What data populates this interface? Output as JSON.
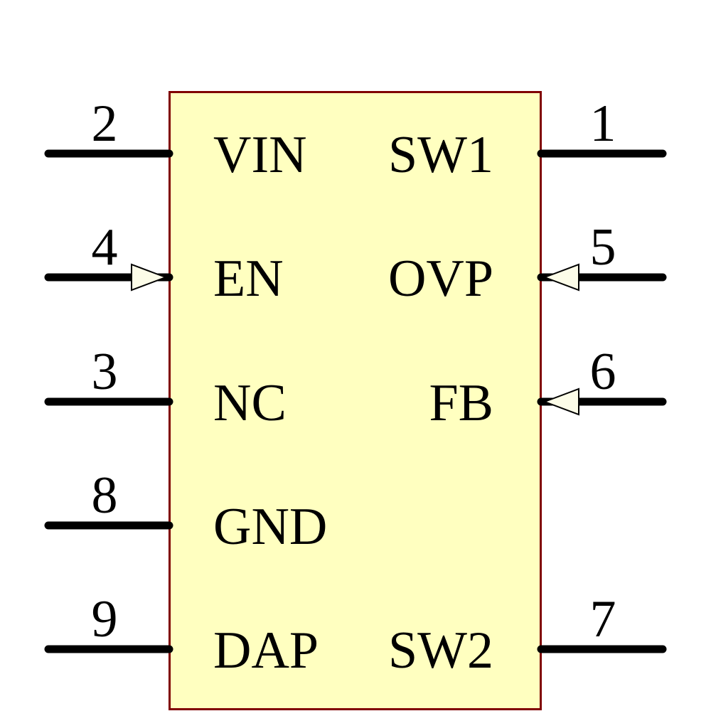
{
  "component": {
    "type_label": "schematic-symbol",
    "pins": {
      "left": [
        {
          "number": "2",
          "label": "VIN",
          "arrow": false
        },
        {
          "number": "4",
          "label": "EN",
          "arrow": true
        },
        {
          "number": "3",
          "label": "NC",
          "arrow": false
        },
        {
          "number": "8",
          "label": "GND",
          "arrow": false
        },
        {
          "number": "9",
          "label": "DAP",
          "arrow": false
        }
      ],
      "right": [
        {
          "number": "1",
          "label": "SW1",
          "arrow": false
        },
        {
          "number": "5",
          "label": "OVP",
          "arrow": true
        },
        {
          "number": "6",
          "label": "FB",
          "arrow": true
        },
        {
          "number": "7",
          "label": "SW2",
          "arrow": false
        }
      ]
    }
  },
  "colors": {
    "background": "#FFFFFF",
    "body_fill": "#FFFFC0",
    "body_border": "#800000",
    "pin_line": "#000000",
    "text": "#000000",
    "arrow_fill": "#FCFCE8",
    "arrow_outline": "#000000"
  }
}
